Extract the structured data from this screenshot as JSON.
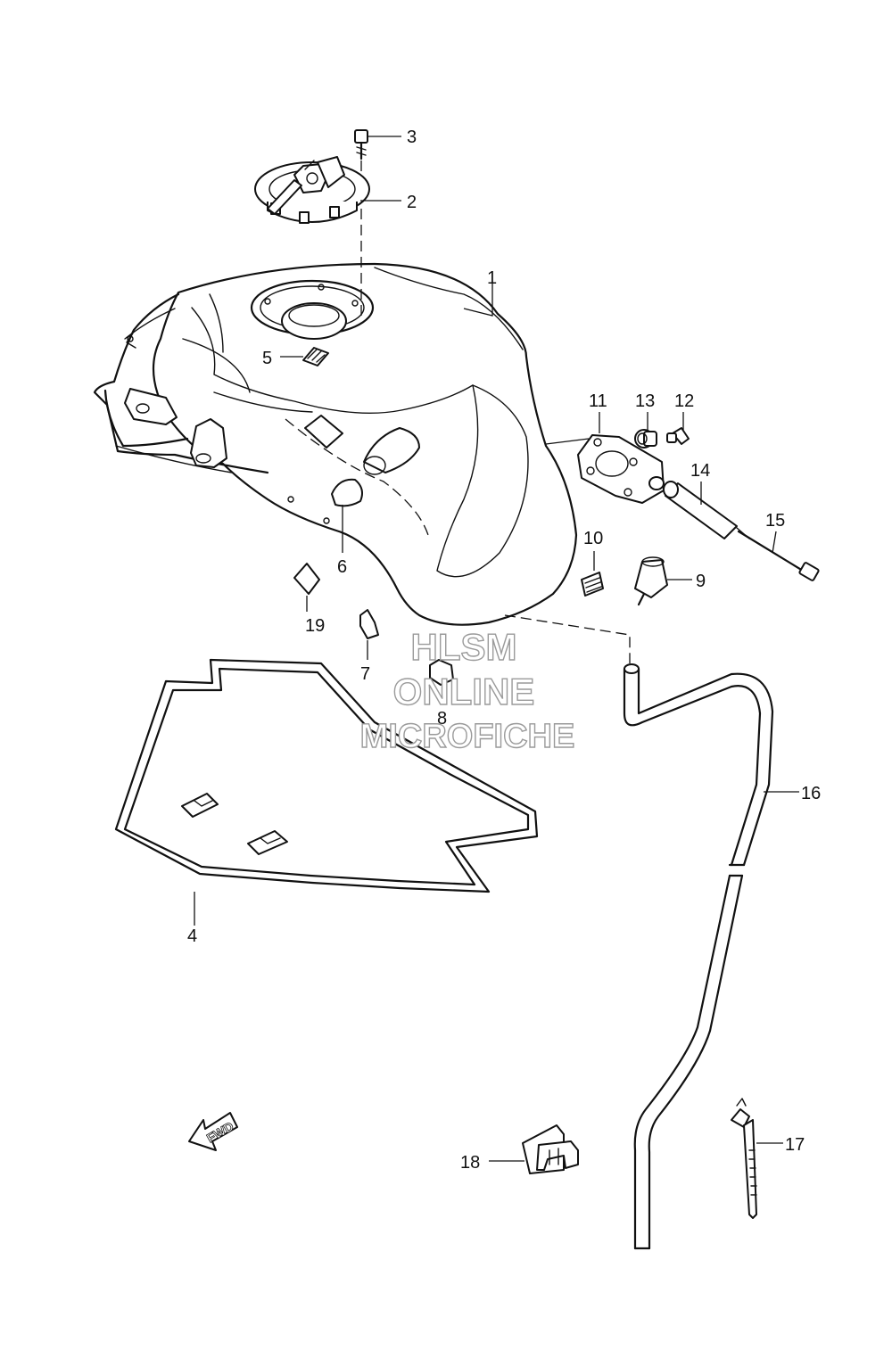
{
  "diagram": {
    "callouts": [
      {
        "id": "1",
        "label": "1"
      },
      {
        "id": "2",
        "label": "2"
      },
      {
        "id": "3",
        "label": "3"
      },
      {
        "id": "4",
        "label": "4"
      },
      {
        "id": "5",
        "label": "5"
      },
      {
        "id": "6",
        "label": "6"
      },
      {
        "id": "7",
        "label": "7"
      },
      {
        "id": "8",
        "label": "8"
      },
      {
        "id": "9",
        "label": "9"
      },
      {
        "id": "10",
        "label": "10"
      },
      {
        "id": "11",
        "label": "11"
      },
      {
        "id": "12",
        "label": "12"
      },
      {
        "id": "13",
        "label": "13"
      },
      {
        "id": "14",
        "label": "14"
      },
      {
        "id": "15",
        "label": "15"
      },
      {
        "id": "16",
        "label": "16"
      },
      {
        "id": "17",
        "label": "17"
      },
      {
        "id": "18",
        "label": "18"
      },
      {
        "id": "19",
        "label": "19"
      }
    ],
    "watermark": {
      "line1": "HLSM",
      "line2": "ONLINE",
      "line3": "MICROFICHE"
    },
    "fwd_arrow_label": "FWD"
  }
}
